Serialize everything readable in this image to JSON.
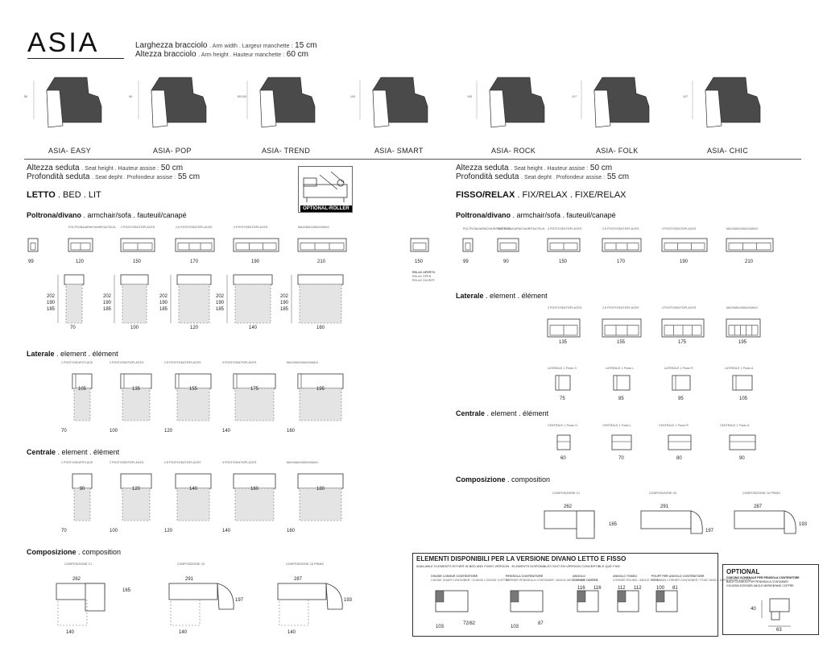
{
  "brand": "ASIA",
  "arm_width": {
    "it": "Larghezza bracciolo",
    "other": ". Arm width . Largeur manchette :",
    "value": "15 cm"
  },
  "arm_height": {
    "it": "Altezza bracciolo",
    "other": ". Arm height . Hauteur manchette :",
    "value": "60 cm"
  },
  "models": [
    {
      "name": "ASIA- EASY",
      "height": "88"
    },
    {
      "name": "ASIA- POP",
      "height": "96"
    },
    {
      "name": "ASIA- TREND",
      "height": "80/100"
    },
    {
      "name": "ASIA- SMART",
      "height": "100"
    },
    {
      "name": "ASIA- ROCK",
      "height": "105"
    },
    {
      "name": "ASIA- FOLK",
      "height": "107"
    },
    {
      "name": "ASIA- CHIC",
      "height": "107"
    }
  ],
  "left": {
    "seat_height": {
      "it": "Altezza seduta",
      "other": ". Seat height . Hauteur assise :",
      "value": "50 cm"
    },
    "seat_depth": {
      "it": "Profondità seduta",
      "other": ". Seat depht . Profondeur assise :",
      "value": "55 cm"
    },
    "title": {
      "main": "LETTO",
      "sub": ". BED . LIT"
    },
    "optional_roller": "OPTIONAL-ROLLER",
    "poltrona": {
      "main": "Poltrona/divano",
      "sub": ". armchair/sofa . fauteuil/canapé"
    },
    "poltrona_labels": [
      "POLTRONA/ARMCHAIR/FAUTEUIL",
      "2 POSTI/SEATS/PLACES",
      "2,5 POSTI/SEATS/PLACES",
      "3 POSTI/SEATS/PLACES",
      "MAXI/MAXI/MAXI/MAXI"
    ],
    "poltrona_widths": [
      "99",
      "120",
      "150",
      "170",
      "190",
      "210"
    ],
    "bed_depths": [
      "202",
      "190",
      "185"
    ],
    "bed_widths": [
      "70",
      "100",
      "120",
      "140",
      "160"
    ],
    "laterale": {
      "main": "Laterale",
      "sub": ". element . élément"
    },
    "laterale_labels": [
      "1 POSTO/SEAT/PLACE",
      "2 POSTI/SEATS/PLACES",
      "2,5 POSTI/SEATS/PLACES",
      "3 POSTI/SEATS/PLACES",
      "MAXI/MAXI/MAXI/MAXI"
    ],
    "laterale_widths": [
      "105",
      "135",
      "155",
      "175",
      "195"
    ],
    "laterale_bottom": [
      "70",
      "100",
      "120",
      "140",
      "160"
    ],
    "centrale": {
      "main": "Centrale",
      "sub": ". element . élément"
    },
    "centrale_labels": [
      "1 POSTO/SEAT/PLACE",
      "2 POSTI/SEATS/PLACES",
      "2,5 POSTI/SEATS/PLACES",
      "3 POSTI/SEATS/PLACES",
      "MAXI/MAXI/MAXI/MAXI"
    ],
    "centrale_widths": [
      "90",
      "120",
      "140",
      "160",
      "180"
    ],
    "centrale_bottom": [
      "70",
      "100",
      "120",
      "140",
      "160"
    ],
    "composizione": {
      "main": "Composizione",
      "sub": ". composition"
    },
    "comp_labels": [
      "COMPOSIZIONE C1",
      "COMPOSIZIONE C6",
      "COMPOSIZIONE C6 PRIMO"
    ],
    "comp_widths": [
      "262",
      "291",
      "287"
    ],
    "comp_depths": [
      "165",
      "197",
      "193"
    ],
    "comp_bottom": [
      "140",
      "140",
      "140"
    ]
  },
  "right": {
    "seat_height": {
      "it": "Altezza seduta",
      "other": ". Seat height . Hauteur assise :",
      "value": "50 cm"
    },
    "seat_depth": {
      "it": "Profondità seduta",
      "other": ". Seat depht . Profondeur assise :",
      "value": "55 cm"
    },
    "title": {
      "main": "FISSO/RELAX",
      "sub": ". FIX/RELAX . FIXE/RELAX"
    },
    "poltrona": {
      "main": "Poltrona/divano",
      "sub": ". armchair/sofa . fauteuil/canapé"
    },
    "relax_width": "150",
    "relax_labels": [
      "RELAX APERTO",
      "RELAX OPEN",
      "RELAX OUVERT"
    ],
    "poltrona_labels": [
      "POLTRONA/ARMCHAIR/FAUTEUIL",
      "2 POSTI/SEATS/PLACES",
      "2,5 POSTI/SEATS/PLACES",
      "3 POSTI/SEATS/PLACES",
      "MAXI/MAXI/MAXI/MAXI"
    ],
    "poltrona_widths": [
      "99",
      "90",
      "150",
      "170",
      "190",
      "210"
    ],
    "laterale": {
      "main": "Laterale",
      "sub": ". element . élément"
    },
    "laterale_labels_top": [
      "2 POSTI/SEATS/PLACES",
      "2,5 POSTI/SEATS/PLACES",
      "3 POSTI/SEATS/PLACES",
      "MAXI/MAXI/MAXI/MAXI"
    ],
    "laterale_widths_top": [
      "135",
      "155",
      "175",
      "195"
    ],
    "laterale_labels_bottom": [
      "LATERALE 1 Posto G",
      "LATERALE 1 Posto L",
      "LATERALE 1 Posto R",
      "LATERALE 1 Posto A"
    ],
    "laterale_widths_bottom": [
      "75",
      "85",
      "95",
      "105"
    ],
    "centrale": {
      "main": "Centrale",
      "sub": ". element . élément"
    },
    "centrale_labels": [
      "CENTRALE 1 Posto G",
      "CENTRALE 1 Posto L",
      "CENTRALE 1 Posto R",
      "CENTRALE 1 Posto A"
    ],
    "centrale_widths": [
      "60",
      "70",
      "80",
      "90"
    ],
    "composizione": {
      "main": "Composizione",
      "sub": ". composition"
    },
    "comp_labels": [
      "COMPOSIZIONE C1",
      "COMPOSIZIONE C6",
      "COMPOSIZIONE C6 PRIMO"
    ],
    "comp_widths": [
      "262",
      "291",
      "287"
    ],
    "comp_depths": [
      "165",
      "197",
      "193"
    ]
  },
  "elements_box": {
    "title": "ELEMENTI DISPONIBILI PER LA VERSIONE DIVANO LETTO E FISSO",
    "subtitle": "AVAILABLE ELEMENTS EITHER IN BED AND FIXED VERSION . ELEMENTS DISPONIBLES SOIT EN VERSION CONVERTIBLE QUE FIXE",
    "items": [
      {
        "name": "CHAISE LONGUE CONTENITORE",
        "desc": "CHAISE CHAIR CONTAINER / CHAISE LONGUE COFFRE",
        "dims": [
          "103",
          "72/82"
        ]
      },
      {
        "name": "PENISOLA CONTENITORE",
        "desc": "CORNER PENINSULA CONTAINER / ANGLE MERIDIENNE COFFRE",
        "dims": [
          "103",
          "87"
        ]
      },
      {
        "name": "ANGOLO",
        "desc": "CORNER / ANGLE",
        "dims": [
          "116",
          "116"
        ]
      },
      {
        "name": "ANGOLO TONDO",
        "desc": "CORNER ROUND / ANGLE ROND",
        "dims": [
          "112",
          "112"
        ]
      },
      {
        "name": "POUFF PER ANGOLO CONTENITORE",
        "desc": "OTTOMAN CORNER CONTAINER / POUF ANGLE MERIDIENNE COFFRE",
        "dims": [
          "100",
          "81"
        ]
      }
    ]
  },
  "optional_box": {
    "title": "OPTIONAL",
    "desc1": "CUSCINO SCHIENALE PER PENISOLA CONTENITORE",
    "desc2": "BACK CUSHION FOR PENINSULA CONTAINER",
    "desc3": "COUSSIN DOSSIER ANGLE MERIDIENNE COFFRE",
    "dims": [
      "40",
      "63"
    ]
  }
}
